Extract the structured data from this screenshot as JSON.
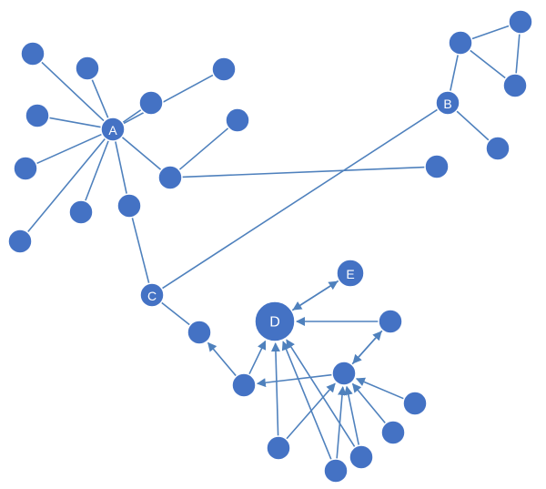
{
  "diagram": {
    "type": "network-graph",
    "colors": {
      "node": "#4472c4",
      "edge": "#4f81bd",
      "label": "#ffffff"
    },
    "nodes": [
      {
        "id": "A",
        "label": "A"
      },
      {
        "id": "B",
        "label": "B"
      },
      {
        "id": "C",
        "label": "C"
      },
      {
        "id": "D",
        "label": "D"
      },
      {
        "id": "E",
        "label": "E"
      },
      {
        "id": "a1",
        "label": ""
      },
      {
        "id": "a2",
        "label": ""
      },
      {
        "id": "a3",
        "label": ""
      },
      {
        "id": "a4",
        "label": ""
      },
      {
        "id": "a5",
        "label": ""
      },
      {
        "id": "a6",
        "label": ""
      },
      {
        "id": "a7",
        "label": ""
      },
      {
        "id": "a8",
        "label": ""
      },
      {
        "id": "a9",
        "label": ""
      },
      {
        "id": "a10",
        "label": ""
      },
      {
        "id": "a11",
        "label": ""
      },
      {
        "id": "b1",
        "label": ""
      },
      {
        "id": "b2",
        "label": ""
      },
      {
        "id": "b3",
        "label": ""
      },
      {
        "id": "b4",
        "label": ""
      },
      {
        "id": "b5",
        "label": ""
      },
      {
        "id": "c1",
        "label": ""
      },
      {
        "id": "d1",
        "label": ""
      },
      {
        "id": "d2",
        "label": ""
      },
      {
        "id": "d3",
        "label": ""
      },
      {
        "id": "d4",
        "label": ""
      },
      {
        "id": "d5",
        "label": ""
      },
      {
        "id": "d6",
        "label": ""
      },
      {
        "id": "d7",
        "label": ""
      },
      {
        "id": "d8",
        "label": ""
      }
    ],
    "edges": [
      {
        "from": "A",
        "to": "a1",
        "directed": false
      },
      {
        "from": "A",
        "to": "a2",
        "directed": false
      },
      {
        "from": "A",
        "to": "a3",
        "directed": false
      },
      {
        "from": "A",
        "to": "a4",
        "directed": false
      },
      {
        "from": "A",
        "to": "a5",
        "directed": false
      },
      {
        "from": "A",
        "to": "a6",
        "directed": false
      },
      {
        "from": "A",
        "to": "a7",
        "directed": false
      },
      {
        "from": "A",
        "to": "a8",
        "directed": false
      },
      {
        "from": "A",
        "to": "a9",
        "directed": false
      },
      {
        "from": "A",
        "to": "a10",
        "directed": false
      },
      {
        "from": "a9",
        "to": "a11",
        "directed": false
      },
      {
        "from": "a9",
        "to": "b5",
        "directed": false
      },
      {
        "from": "a10",
        "to": "C",
        "directed": false
      },
      {
        "from": "C",
        "to": "B",
        "directed": false
      },
      {
        "from": "B",
        "to": "b1",
        "directed": false
      },
      {
        "from": "B",
        "to": "b4",
        "directed": false
      },
      {
        "from": "b1",
        "to": "b2",
        "directed": false
      },
      {
        "from": "b1",
        "to": "b3",
        "directed": false
      },
      {
        "from": "b2",
        "to": "b3",
        "directed": false
      },
      {
        "from": "C",
        "to": "c1",
        "directed": false
      },
      {
        "from": "d1",
        "to": "c1",
        "directed": true
      },
      {
        "from": "d1",
        "to": "D",
        "directed": true
      },
      {
        "from": "D",
        "to": "E",
        "directed": true
      },
      {
        "from": "E",
        "to": "D",
        "directed": true
      },
      {
        "from": "d2",
        "to": "D",
        "directed": true
      },
      {
        "from": "d3",
        "to": "d1",
        "directed": true
      },
      {
        "from": "d3",
        "to": "d2",
        "directed": true
      },
      {
        "from": "d2",
        "to": "d3",
        "directed": true
      },
      {
        "from": "d4",
        "to": "d3",
        "directed": true
      },
      {
        "from": "d5",
        "to": "d3",
        "directed": true
      },
      {
        "from": "d6",
        "to": "d3",
        "directed": true
      },
      {
        "from": "d6",
        "to": "D",
        "directed": true
      },
      {
        "from": "d7",
        "to": "d3",
        "directed": true
      },
      {
        "from": "d7",
        "to": "D",
        "directed": true
      },
      {
        "from": "d8",
        "to": "D",
        "directed": true
      },
      {
        "from": "d8",
        "to": "d3",
        "directed": true
      }
    ]
  }
}
